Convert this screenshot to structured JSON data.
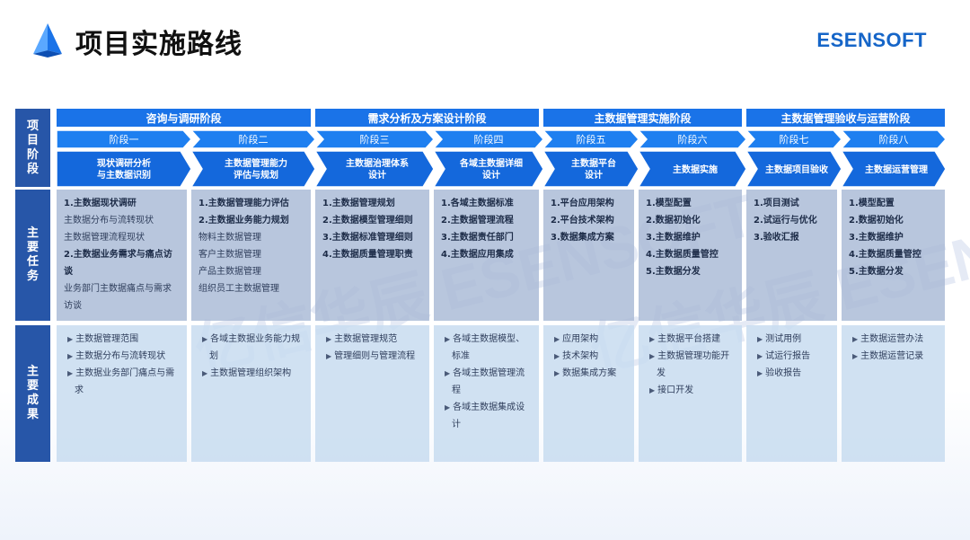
{
  "header": {
    "title": "项目实施路线",
    "brand": "ESENSOFT"
  },
  "watermark": {
    "left": "亿信华辰 ESENSOFT",
    "right": "亿信华辰 ESENSOFT"
  },
  "row_labels": {
    "stages": "项目阶段",
    "tasks": "主要任务",
    "results": "主要成果"
  },
  "stages": [
    "咨询与调研阶段",
    "需求分析及方案设计阶段",
    "主数据管理实施阶段",
    "主数据管理验收与运营阶段"
  ],
  "phases": [
    "阶段一",
    "阶段二",
    "阶段三",
    "阶段四",
    "阶段五",
    "阶段六",
    "阶段七",
    "阶段八"
  ],
  "phase_topics": [
    "现状调研分析\n与主数据识别",
    "主数据管理能力\n评估与规划",
    "主数据治理体系\n设计",
    "各域主数据详细\n设计",
    "主数据平台\n设计",
    "主数据实施",
    "主数据项目验收",
    "主数据运营管理"
  ],
  "tasks": [
    [
      {
        "t": "1.主数据现状调研",
        "b": true
      },
      {
        "t": "主数据分布与流转现状",
        "b": false
      },
      {
        "t": "主数据管理流程现状",
        "b": false
      },
      {
        "t": "2.主数据业务需求与痛点访谈",
        "b": true
      },
      {
        "t": "业务部门主数据痛点与需求访谈",
        "b": false
      }
    ],
    [
      {
        "t": "1.主数据管理能力评估",
        "b": true
      },
      {
        "t": "2.主数据业务能力规划",
        "b": true
      },
      {
        "t": "物料主数据管理",
        "b": false
      },
      {
        "t": "客户主数据管理",
        "b": false
      },
      {
        "t": "产品主数据管理",
        "b": false
      },
      {
        "t": "组织员工主数据管理",
        "b": false
      }
    ],
    [
      {
        "t": "1.主数据管理规划",
        "b": true
      },
      {
        "t": "2.主数据模型管理细则",
        "b": true
      },
      {
        "t": "3.主数据标准管理细则",
        "b": true
      },
      {
        "t": "4.主数据质量管理职责",
        "b": true
      }
    ],
    [
      {
        "t": "1.各域主数据标准",
        "b": true
      },
      {
        "t": "2.主数据管理流程",
        "b": true
      },
      {
        "t": "3.主数据责任部门",
        "b": true
      },
      {
        "t": "4.主数据应用集成",
        "b": true
      }
    ],
    [
      {
        "t": "1.平台应用架构",
        "b": true
      },
      {
        "t": "2.平台技术架构",
        "b": true
      },
      {
        "t": "3.数据集成方案",
        "b": true
      }
    ],
    [
      {
        "t": "1.模型配置",
        "b": true
      },
      {
        "t": "2.数据初始化",
        "b": true
      },
      {
        "t": "3.主数据维护",
        "b": true
      },
      {
        "t": "4.主数据质量管控",
        "b": true
      },
      {
        "t": "5.主数据分发",
        "b": true
      }
    ],
    [
      {
        "t": "1.项目测试",
        "b": true
      },
      {
        "t": "2.试运行与优化",
        "b": true
      },
      {
        "t": "3.验收汇报",
        "b": true
      }
    ],
    [
      {
        "t": "1.模型配置",
        "b": true
      },
      {
        "t": "2.数据初始化",
        "b": true
      },
      {
        "t": "3.主数据维护",
        "b": true
      },
      {
        "t": "4.主数据质量管控",
        "b": true
      },
      {
        "t": "5.主数据分发",
        "b": true
      }
    ]
  ],
  "results": [
    [
      "主数据管理范围",
      "主数据分布与流转现状",
      "主数据业务部门痛点与需求"
    ],
    [
      "各域主数据业务能力规划",
      "主数据管理组织架构"
    ],
    [
      "主数据管理规范",
      "管理细则与管理流程"
    ],
    [
      "各域主数据模型、标准",
      "各域主数据管理流程",
      "各域主数据集成设计"
    ],
    [
      "应用架构",
      "技术架构",
      "数据集成方案"
    ],
    [
      "主数据平台搭建",
      "主数据管理功能开发",
      "接口开发"
    ],
    [
      "测试用例",
      "试运行报告",
      "验收报告"
    ],
    [
      "主数据运营办法",
      "主数据运营记录"
    ]
  ],
  "colors": {
    "primary": "#1a73e8",
    "row_label": "#2756a8",
    "task_bg": "#a8b9d6",
    "result_bg": "#c8dcf0",
    "brand": "#1565c8"
  },
  "icons": {
    "logo": "blue-triangle-logo-icon",
    "bullet": "triangle-bullet-icon"
  }
}
